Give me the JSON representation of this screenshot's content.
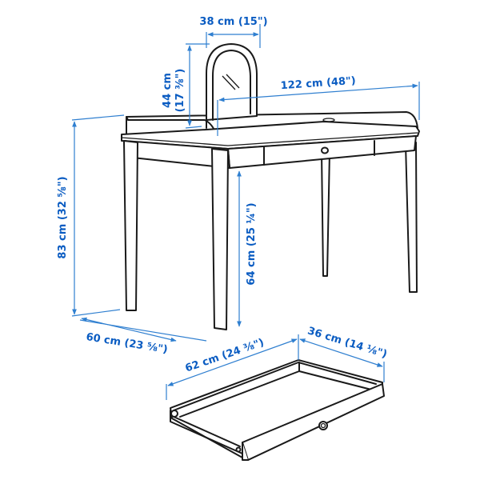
{
  "diagram": {
    "type": "dimension-drawing",
    "subject": "dressing table with mirror and drawer",
    "colors": {
      "dimension": "#0a5cc2",
      "dimension_line": "#2f7fd0",
      "outline": "#1a1a1a",
      "background": "#ffffff"
    },
    "dimensions": {
      "mirror_width": "38 cm (15\")",
      "mirror_height": "44 cm (17 ⅜\")",
      "table_width": "122 cm (48\")",
      "total_height": "83 cm (32 ⅝\")",
      "leg_clearance": "64 cm (25 ¼\")",
      "table_depth": "60 cm (23 ⅝\")",
      "drawer_length": "62 cm (24 ⅜\")",
      "drawer_width": "36 cm (14 ⅛\")"
    }
  }
}
